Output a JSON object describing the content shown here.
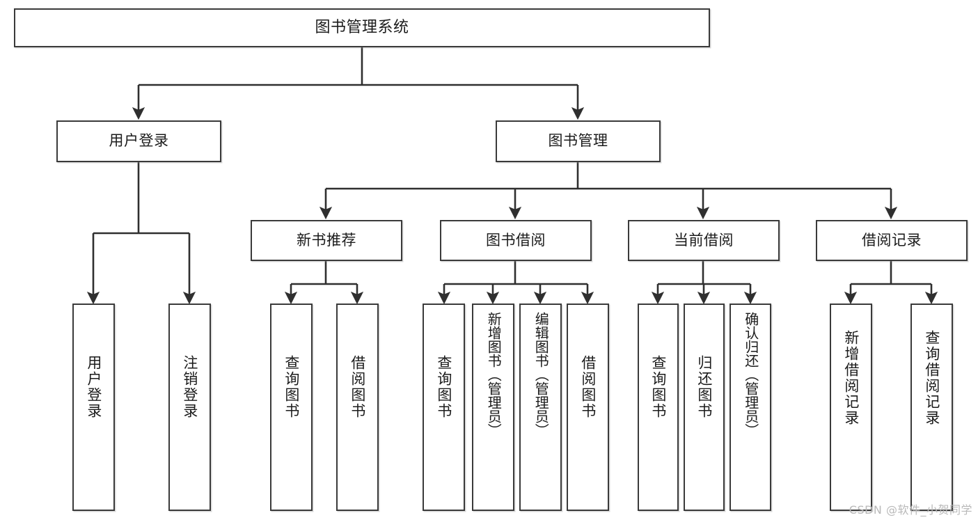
{
  "diagram": {
    "title": "图书管理系统",
    "type": "tree-hierarchy",
    "root": {
      "label": "图书管理系统"
    },
    "level1": [
      {
        "label": "用户登录"
      },
      {
        "label": "图书管理"
      }
    ],
    "level2": [
      {
        "label": "新书推荐"
      },
      {
        "label": "图书借阅"
      },
      {
        "label": "当前借阅"
      },
      {
        "label": "借阅记录"
      }
    ],
    "leaves": {
      "user_login": [
        {
          "label": "用户登录"
        },
        {
          "label": "注销登录"
        }
      ],
      "new_book_recommend": [
        {
          "label": "查询图书"
        },
        {
          "label": "借阅图书"
        }
      ],
      "book_borrow": [
        {
          "label": "查询图书"
        },
        {
          "label": "新增图书（管理员）"
        },
        {
          "label": "编辑图书（管理员）"
        },
        {
          "label": "借阅图书"
        }
      ],
      "current_borrow": [
        {
          "label": "查询图书"
        },
        {
          "label": "归还图书"
        },
        {
          "label": "确认归还（管理员）"
        }
      ],
      "borrow_record": [
        {
          "label": "新增借阅记录"
        },
        {
          "label": "查询借阅记录"
        }
      ]
    }
  },
  "watermark": {
    "text": "CSDN @软件_小贺同学"
  },
  "colors": {
    "border": "#3a3a3a",
    "background": "#ffffff",
    "text": "#1b1b1b",
    "connector": "#2f2f2f",
    "watermark": "#b9b9b9"
  }
}
